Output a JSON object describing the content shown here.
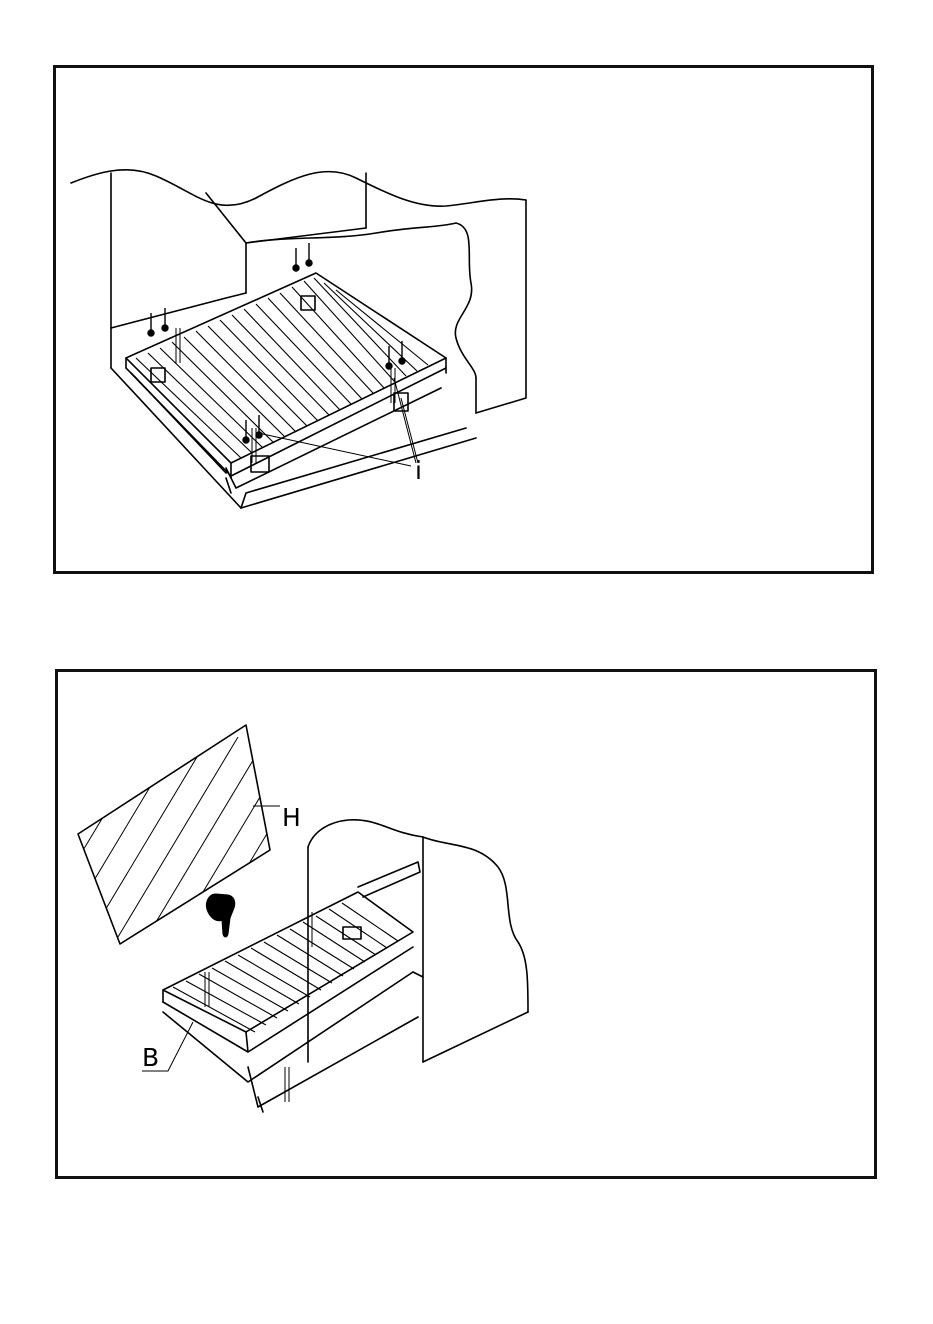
{
  "figure_1": {
    "callout_label": "i",
    "icons": [
      "screw-icon"
    ]
  },
  "figure_2": {
    "callout_label_top": "H",
    "callout_label_bottom": "B",
    "icons": [
      "pointing-hand-icon"
    ]
  },
  "colors": {
    "line": "#000000",
    "background": "#ffffff"
  }
}
